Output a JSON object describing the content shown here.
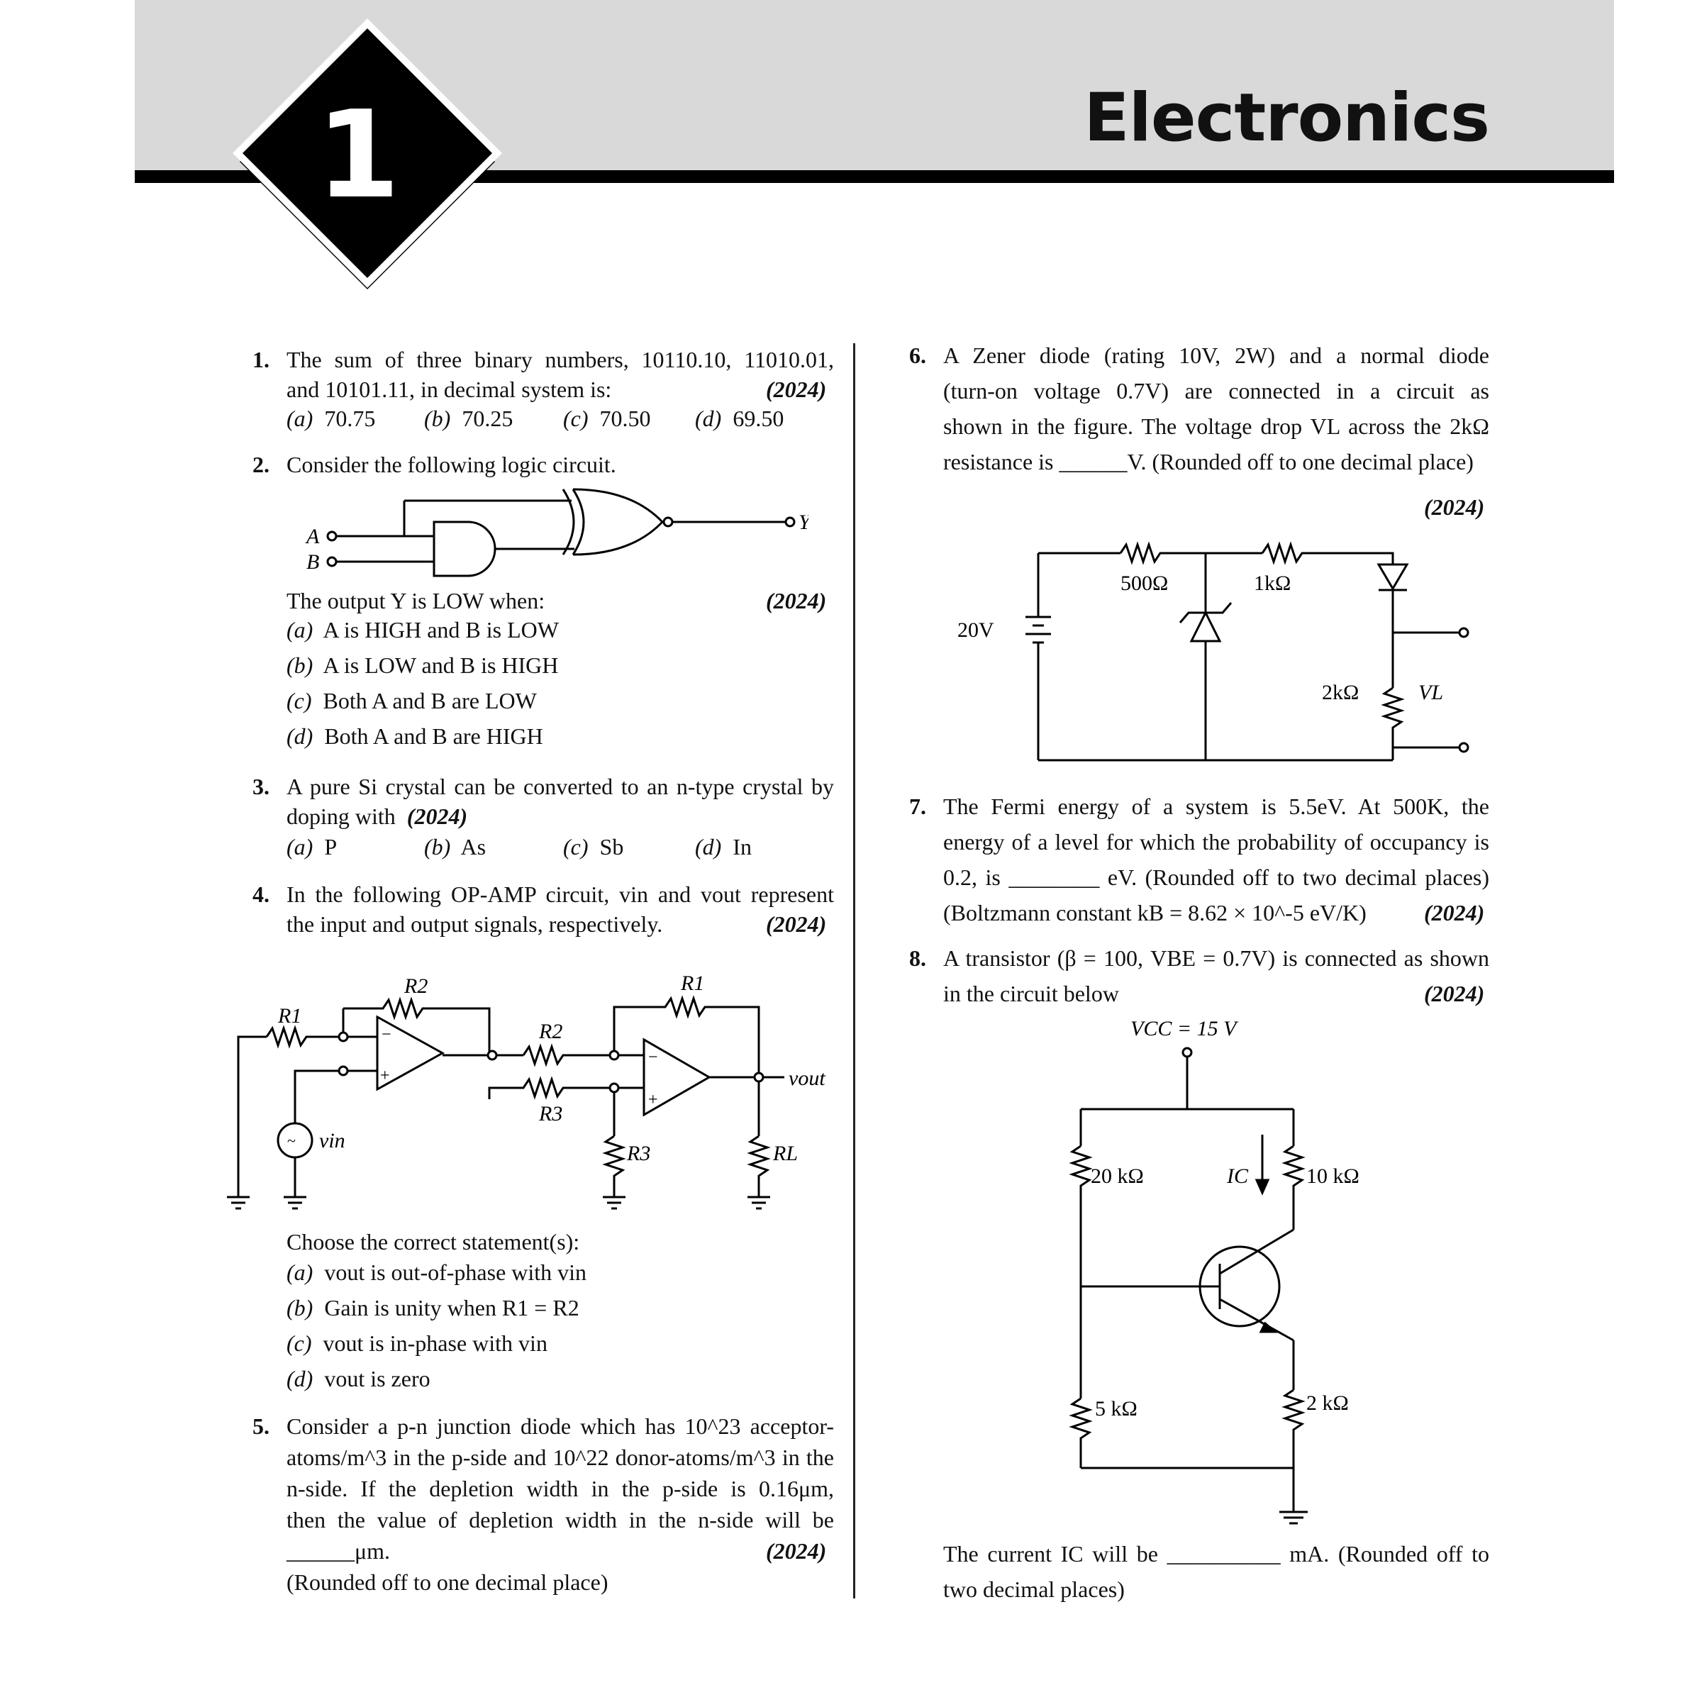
{
  "chapter": {
    "number": "1",
    "title": "Electronics"
  },
  "year_tag": "(2024)",
  "q1": {
    "num": "1.",
    "line1": "The sum of three binary numbers, 10110.10, 11010.01,",
    "line2": "and 10101.11, in decimal system is:",
    "options": [
      {
        "label": "(a)",
        "text": "70.75"
      },
      {
        "label": "(b)",
        "text": "70.25"
      },
      {
        "label": "(c)",
        "text": "70.50"
      },
      {
        "label": "(d)",
        "text": "69.50"
      }
    ]
  },
  "q2": {
    "num": "2.",
    "text": "Consider the following logic circuit.",
    "inputs": [
      "A",
      "B"
    ],
    "output": "Y",
    "prompt": "The output Y is LOW when:",
    "options": [
      {
        "label": "(a)",
        "text": "A is HIGH and B is LOW"
      },
      {
        "label": "(b)",
        "text": "A is LOW and B is HIGH"
      },
      {
        "label": "(c)",
        "text": "Both A and B are LOW"
      },
      {
        "label": "(d)",
        "text": "Both A and B are HIGH"
      }
    ]
  },
  "q3": {
    "num": "3.",
    "line1": "A pure Si crystal can be converted to an n-type crystal by",
    "line2": "doping with",
    "options": [
      {
        "label": "(a)",
        "text": "P"
      },
      {
        "label": "(b)",
        "text": "As"
      },
      {
        "label": "(c)",
        "text": "Sb"
      },
      {
        "label": "(d)",
        "text": "In"
      }
    ]
  },
  "q4": {
    "num": "4.",
    "line1": "In the following OP-AMP circuit, vin and vout represent",
    "line2": "the input and output signals, respectively.",
    "labels": {
      "r1": "R1",
      "r2": "R2",
      "r3": "R3",
      "vin": "vin",
      "vout": "vout",
      "rl": "RL"
    },
    "prompt": "Choose the correct statement(s):",
    "options": [
      {
        "label": "(a)",
        "text": "vout is out-of-phase with vin"
      },
      {
        "label": "(b)",
        "text": "Gain is unity when R1 = R2"
      },
      {
        "label": "(c)",
        "text": "vout is in-phase with vin"
      },
      {
        "label": "(d)",
        "text": "vout is zero"
      }
    ]
  },
  "q5": {
    "num": "5.",
    "line1": "Consider a p-n junction diode which has 10^23 acceptor-",
    "line2": "atoms/m^3 in the p-side and 10^22 donor-atoms/m^3 in the",
    "line3": "n-side. If the depletion width in the p-side is 0.16μm,",
    "line4": "then the value of depletion width in the n-side will be",
    "line5": "______μm.",
    "line6": "(Rounded off to one decimal place)"
  },
  "q6": {
    "num": "6.",
    "line1": "A Zener diode (rating 10V, 2W) and a normal diode",
    "line2": "(turn-on voltage 0.7V) are connected in a circuit as",
    "line3": "shown in the figure. The voltage drop VL across the 2kΩ",
    "line4": "resistance is ______V. (Rounded off to one decimal place)",
    "labels": {
      "r500": "500Ω",
      "r1k": "1kΩ",
      "v20": "20V",
      "r2k": "2kΩ",
      "vl": "VL"
    }
  },
  "q7": {
    "num": "7.",
    "line1": "The Fermi energy of a system is 5.5eV. At 500K, the",
    "line2": "energy of a level for which the probability of occupancy is",
    "line3": "0.2, is ________ eV. (Rounded off to two decimal places)",
    "line4": "(Boltzmann constant kB = 8.62 × 10^-5 eV/K)"
  },
  "q8": {
    "num": "8.",
    "line1": "A transistor (β = 100, VBE = 0.7V) is connected as shown",
    "line2": "in the circuit below",
    "labels": {
      "vcc": "VCC = 15 V",
      "r20k": "20 kΩ",
      "ic": "IC",
      "r10k": "10 kΩ",
      "r5k": "5 kΩ",
      "r2k": "2 kΩ"
    },
    "line3": "The current IC will be __________ mA. (Rounded off to",
    "line4": "two decimal places)"
  }
}
